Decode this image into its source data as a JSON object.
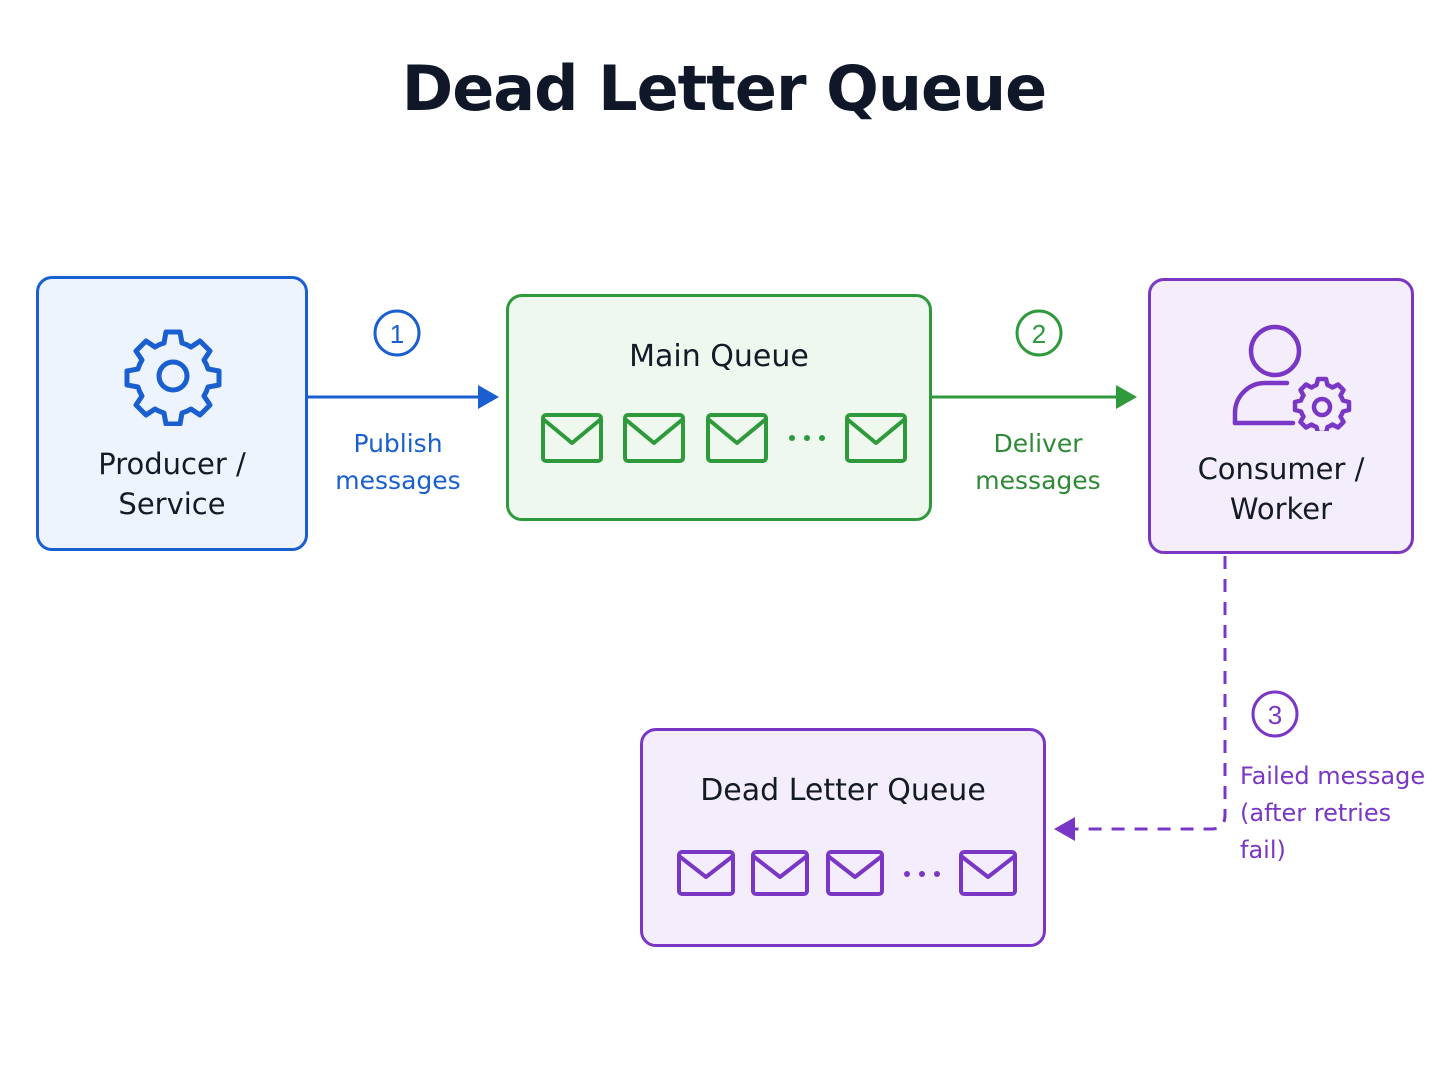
{
  "title": "Dead Letter Queue",
  "colors": {
    "producer": "#1a5fcf",
    "main_queue": "#2e9a3b",
    "consumer": "#7a37c5",
    "dead_letter_queue": "#7a37c5"
  },
  "nodes": {
    "producer": {
      "line1": "Producer /",
      "line2": "Service",
      "icon": "gear-icon"
    },
    "main_queue": {
      "label": "Main Queue",
      "icon": "envelope-icon",
      "ellipsis": "..."
    },
    "consumer": {
      "line1": "Consumer /",
      "line2": "Worker",
      "icon": "user-gear-icon"
    },
    "dead_letter_queue": {
      "label": "Dead Letter Queue",
      "icon": "envelope-icon",
      "ellipsis": "..."
    }
  },
  "steps": [
    {
      "number": "1",
      "line1": "Publish",
      "line2": "messages"
    },
    {
      "number": "2",
      "line1": "Deliver",
      "line2": "messages"
    },
    {
      "number": "3",
      "line1": "Failed message",
      "line2": "(after retries fail)"
    }
  ]
}
